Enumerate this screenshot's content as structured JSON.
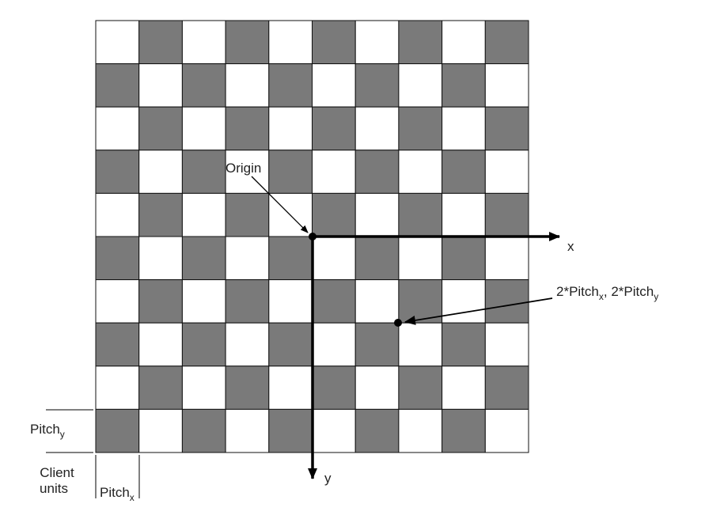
{
  "diagram": {
    "grid": {
      "rows": 10,
      "cols": 10,
      "dark_color": "#7a7a7a",
      "light_color": "#ffffff",
      "line_color": "#111111",
      "pattern": "checkerboard, top-left cell light"
    },
    "axes": {
      "x_label": "x",
      "y_label": "y",
      "origin_label": "Origin"
    },
    "point_annotation": {
      "main": "2*Pitch",
      "sub_x": "x",
      "separator": ", 2*Pitch",
      "sub_y": "y"
    },
    "pitch_y": {
      "main": "Pitch",
      "sub": "y"
    },
    "pitch_x": {
      "main": "Pitch",
      "sub": "x"
    },
    "client_units": {
      "line1": "Client",
      "line2": "units"
    }
  }
}
